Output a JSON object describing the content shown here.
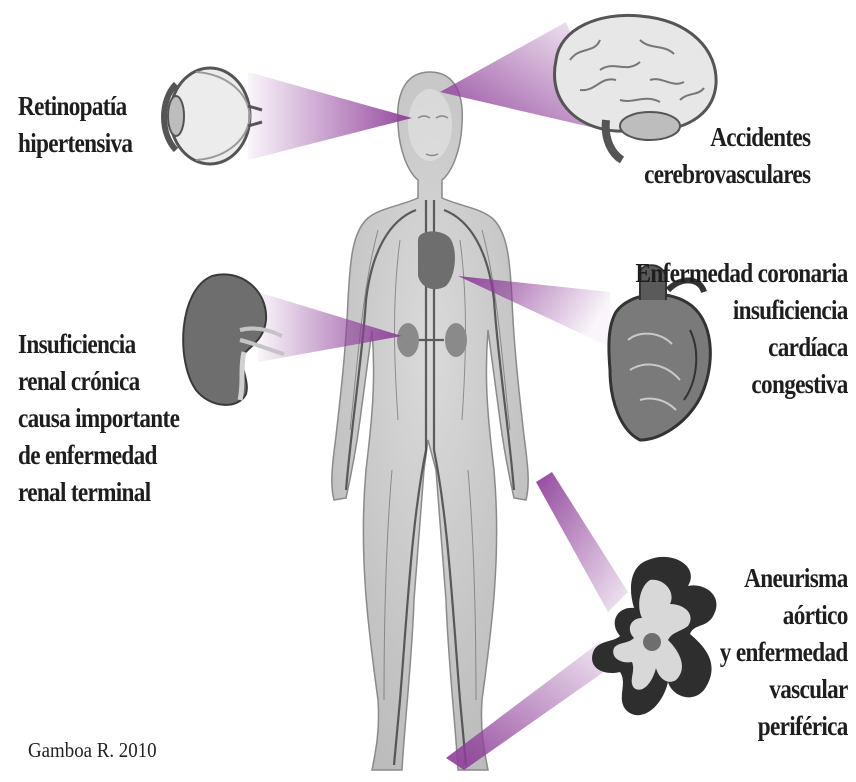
{
  "labels": {
    "retinopatia": [
      "Retinopatía",
      "hipertensiva"
    ],
    "acv": [
      "Accidentes",
      "cerebrovasculares"
    ],
    "coronaria": [
      "Enfermedad coronaria",
      "insuficiencia",
      "cardíaca",
      "congestiva"
    ],
    "renal": [
      "Insuficiencia",
      "renal crónica",
      "causa importante",
      "de enfermedad",
      "renal terminal"
    ],
    "aneurisma": [
      "Aneurisma",
      "aórtico",
      "y enfermedad",
      "vascular",
      "periférica"
    ]
  },
  "credit": "Gamboa R. 2010",
  "colors": {
    "beam": "#8e3e99",
    "body": "#cfcfcf",
    "organ": "#6e6e6e",
    "vessel": "#3a3a3a",
    "text": "#1e1e1e"
  },
  "icons": [
    "human-body-icon",
    "eye-icon",
    "brain-icon",
    "kidney-icon",
    "heart-icon",
    "artery-cross-section-icon"
  ]
}
